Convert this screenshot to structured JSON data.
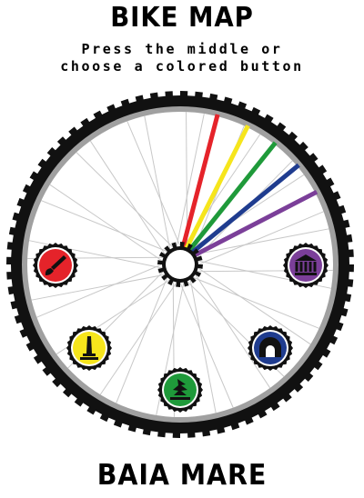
{
  "header": {
    "title": "BIKE MAP",
    "subtitle_line1": "Press the middle or",
    "subtitle_line2": "choose a colored button"
  },
  "footer": {
    "city": "BAIA MARE"
  },
  "colors": {
    "tire": "#111111",
    "rim": "#a0a0a0",
    "spoke": "#c8c8c8",
    "red": "#e5232a",
    "yellow": "#f6e51c",
    "green": "#1f9a3a",
    "blue": "#1f3c8f",
    "purple": "#7b3f99"
  },
  "color_rays": [
    {
      "color": "red"
    },
    {
      "color": "yellow"
    },
    {
      "color": "green"
    },
    {
      "color": "blue"
    },
    {
      "color": "purple"
    }
  ],
  "poi_buttons": [
    {
      "name": "art-button",
      "icon": "paintbrush-icon",
      "color": "red"
    },
    {
      "name": "monument-button",
      "icon": "monument-icon",
      "color": "yellow"
    },
    {
      "name": "nature-button",
      "icon": "tree-icon",
      "color": "green"
    },
    {
      "name": "mining-button",
      "icon": "mine-tunnel-icon",
      "color": "blue"
    },
    {
      "name": "museum-button",
      "icon": "museum-icon",
      "color": "purple"
    }
  ]
}
